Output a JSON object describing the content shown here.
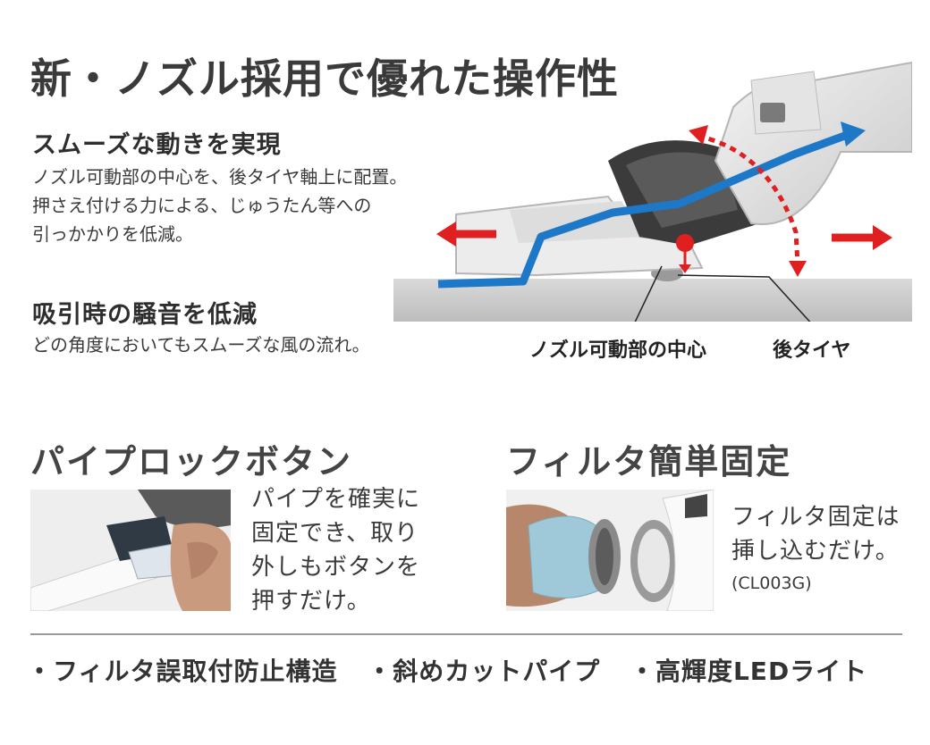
{
  "title": "新・ノズル採用で優れた操作性",
  "smooth": {
    "heading": "スムーズな動きを実現",
    "lines": [
      "ノズル可動部の中心を、後タイヤ軸上に配置。",
      "押さえ付ける力による、じゅうたん等への",
      "引っかかりを低減。"
    ]
  },
  "noise": {
    "heading": "吸引時の騒音を低減",
    "lines": [
      "どの角度においてもスムーズな風の流れ。"
    ]
  },
  "diagram": {
    "label_center": "ノズル可動部の中心",
    "label_tire": "後タイヤ",
    "colors": {
      "arrow_red": "#e02020",
      "arrow_blue": "#1e78c8"
    }
  },
  "pipe_lock": {
    "heading": "パイプロックボタン",
    "lines": [
      "パイプを確実に",
      "固定でき、取り",
      "外しもボタンを",
      "押すだけ。"
    ]
  },
  "filter": {
    "heading": "フィルタ簡単固定",
    "lines": [
      "フィルタ固定は",
      "挿し込むだけ。"
    ],
    "model": "(CL003G)"
  },
  "features": [
    "・フィルタ誤取付防止構造",
    "・斜めカットパイプ",
    "・高輝度LEDライト"
  ]
}
